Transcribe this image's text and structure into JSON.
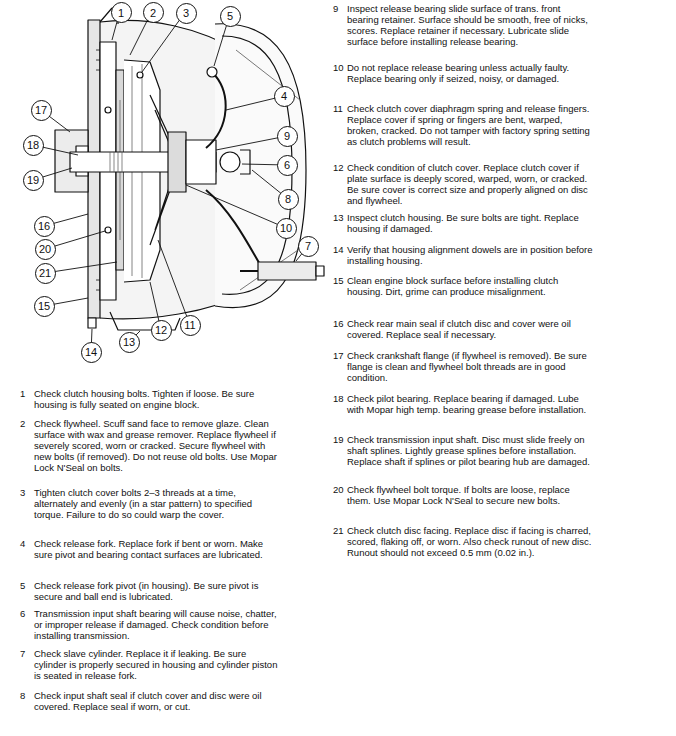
{
  "diagram": {
    "nodes": [
      {
        "text": [
          "1"
        ]
      },
      {
        "text": [
          "2"
        ]
      },
      {
        "text": [
          "3"
        ]
      },
      {
        "text": [
          "4"
        ]
      },
      {
        "text": [
          "5"
        ]
      },
      {
        "text": [
          "6"
        ]
      },
      {
        "text": [
          "7"
        ]
      },
      {
        "text": [
          "8"
        ]
      },
      {
        "text": [
          "9"
        ]
      },
      {
        "text": [
          "10"
        ]
      },
      {
        "text": [
          "11"
        ]
      },
      {
        "text": [
          "12"
        ]
      },
      {
        "text": [
          "13"
        ]
      },
      {
        "text": [
          "14"
        ]
      },
      {
        "text": [
          "15"
        ]
      },
      {
        "text": [
          "16"
        ]
      },
      {
        "text": [
          "17"
        ]
      },
      {
        "text": [
          "18"
        ]
      },
      {
        "text": [
          "19"
        ]
      },
      {
        "text": [
          "20"
        ]
      },
      {
        "text": [
          "21"
        ]
      }
    ],
    "labels": [
      "1",
      "Check clutch housing bolts. Tighten if loose. Be sure housing is fully seated on engine block.",
      "2",
      "Check flywheel. Scuff sand face to remove glaze. Clean surface with wax and grease remover. Replace flywheel if severely scored, worn or cracked. Secure flywheel with new bolts (if removed). Do not reuse old bolts. Use Mopar Lock N'Seal on bolts.",
      "3",
      "Tighten clutch cover bolts 2–3 threads at a time, alternately and evenly (in a star pattern) to specified torque. Failure to do so could warp the cover.",
      "4",
      "Check release fork. Replace fork if bent or worn. Make sure pivot and bearing contact surfaces are lubricated.",
      "5",
      "Check release fork pivot (in housing). Be sure pivot is secure and ball end is lubricated.",
      "6",
      "Transmission input shaft bearing will cause noise, chatter, or improper release if damaged. Check condition before installing transmission.",
      "7",
      "Check slave cylinder. Replace it if leaking. Be sure cylinder is properly secured in housing and cylinder piston is seated in release fork.",
      "8",
      "Check input shaft seal if clutch cover and disc were oil covered. Replace seal if worn, or cut.",
      "9",
      "Inspect release bearing slide surface of trans. front bearing retainer. Surface should be smooth, free of nicks, scores. Replace retainer if necessary. Lubricate slide surface before installing release bearing.",
      "10",
      "Do not replace release bearing unless actually faulty. Replace bearing only if seized, noisy, or damaged.",
      "11",
      "Check clutch cover diaphragm spring and release fingers. Replace cover if spring or fingers are bent, warped, broken, cracked. Do not tamper with factory spring setting as clutch problems will result.",
      "12",
      "Check condition of clutch cover. Replace clutch cover if plate surface is deeply scored, warped, worn, or cracked. Be sure cover is correct size and properly aligned on disc and flywheel.",
      "13",
      "Inspect clutch housing. Be sure bolts are tight. Replace housing if damaged.",
      "14",
      "Verify that housing alignment dowels are in position before installing housing.",
      "15",
      "Clean engine block surface before installing clutch housing. Dirt, grime can produce misalignment.",
      "16",
      "Check rear main seal if clutch disc and cover were oil covered. Replace seal if necessary.",
      "17",
      "Check crankshaft flange (if flywheel is removed). Be sure flange is clean and flywheel bolt threads are in good condition.",
      "18",
      "Check pilot bearing. Replace bearing if damaged. Lube with Mopar high temp. bearing grease before installation.",
      "19",
      "Check transmission input shaft. Disc must slide freely on shaft splines. Lightly grease splines before installation. Replace shaft if splines or pilot bearing hub are damaged.",
      "20",
      "Check flywheel bolt torque. If bolts are loose, replace them. Use Mopar Lock N'Seal to secure new bolts.",
      "21",
      "Check clutch disc facing. Replace disc if facing is charred, scored, flaking off, or worn. Also check runout of new disc. Runout should not exceed 0.5 mm (0.02 in.)."
    ]
  }
}
